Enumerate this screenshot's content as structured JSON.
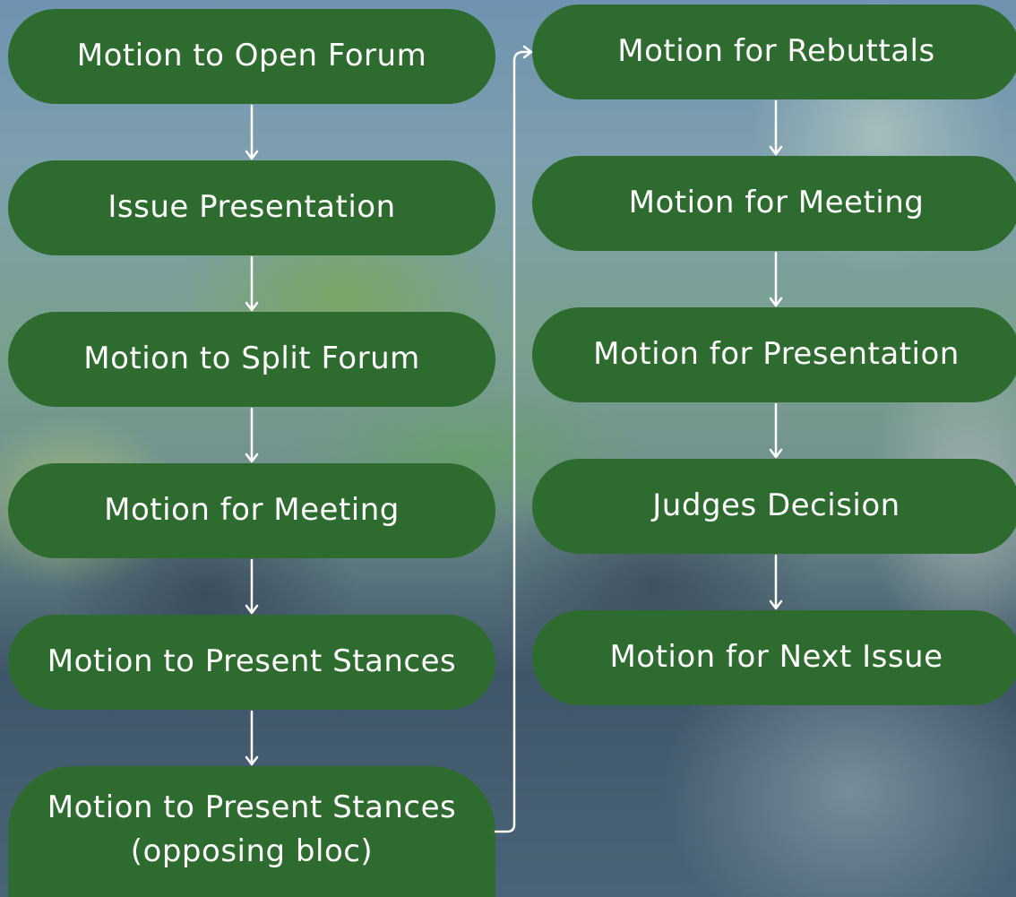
{
  "colors": {
    "node_fill": "#2e6b2f",
    "node_text": "#ffffff",
    "arrow": "#ffffff"
  },
  "left_column": [
    {
      "label": "Motion to Open Forum"
    },
    {
      "label": "Issue Presentation"
    },
    {
      "label": "Motion to Split Forum"
    },
    {
      "label": "Motion for Meeting"
    },
    {
      "label": "Motion to Present Stances"
    },
    {
      "label": "Motion to Present Stances\n(opposing bloc)"
    }
  ],
  "right_column": [
    {
      "label": "Motion for Rebuttals"
    },
    {
      "label": "Motion for Meeting"
    },
    {
      "label": "Motion for Presentation"
    },
    {
      "label": "Judges Decision"
    },
    {
      "label": "Motion for Next Issue"
    }
  ]
}
